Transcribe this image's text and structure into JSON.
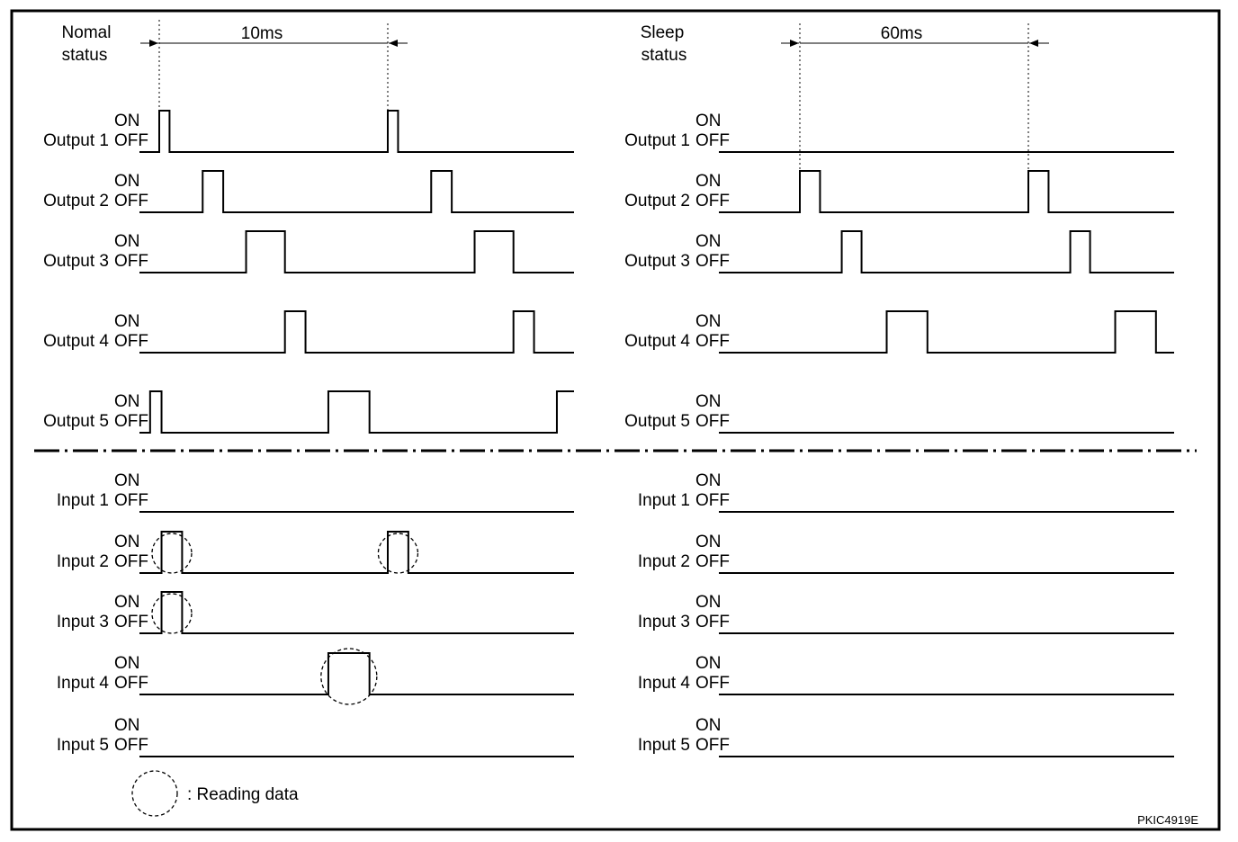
{
  "left_panel": {
    "status_lines": [
      "Nomal",
      "status"
    ],
    "period_label": "10ms"
  },
  "right_panel": {
    "status_lines": [
      "Sleep",
      "status"
    ],
    "period_label": "60ms"
  },
  "state_on": "ON",
  "state_off": "OFF",
  "outputs": [
    "Output 1",
    "Output 2",
    "Output 3",
    "Output 4",
    "Output 5"
  ],
  "inputs": [
    "Input 1",
    "Input 2",
    "Input 3",
    "Input 4",
    "Input 5"
  ],
  "legend": {
    "label": ": Reading data"
  },
  "figure_code": "PKIC4919E",
  "waveforms": {
    "left": {
      "outputs": [
        [
          {
            "start": 0.0,
            "end": 0.45
          },
          {
            "start": 10.0,
            "end": 10.45
          }
        ],
        [
          {
            "start": 1.9,
            "end": 2.8
          },
          {
            "start": 11.9,
            "end": 12.8
          }
        ],
        [
          {
            "start": 3.8,
            "end": 5.5
          },
          {
            "start": 13.8,
            "end": 15.5
          }
        ],
        [
          {
            "start": 5.5,
            "end": 6.4
          },
          {
            "start": 15.5,
            "end": 16.4
          }
        ],
        [
          {
            "start": -0.4,
            "end": 0.1
          },
          {
            "start": 7.4,
            "end": 9.2
          },
          {
            "start": 17.4,
            "end": 18.4
          }
        ]
      ],
      "inputs": [
        [],
        [
          {
            "start": 0.1,
            "end": 1.0
          },
          {
            "start": 10.0,
            "end": 10.9
          }
        ],
        [
          {
            "start": 0.1,
            "end": 1.0
          }
        ],
        [
          {
            "start": 7.4,
            "end": 9.2
          }
        ],
        []
      ],
      "reading_marks": [
        {
          "row": 1,
          "at": 0.55
        },
        {
          "row": 1,
          "at": 10.45
        },
        {
          "row": 2,
          "at": 0.55
        },
        {
          "row": 3,
          "at": 8.3
        }
      ]
    },
    "right": {
      "outputs": [
        [],
        [
          {
            "start": 0.0,
            "end": 5.3
          },
          {
            "start": 60.0,
            "end": 65.3
          }
        ],
        [
          {
            "start": 11.0,
            "end": 16.2
          },
          {
            "start": 71.0,
            "end": 76.2
          }
        ],
        [
          {
            "start": 22.8,
            "end": 33.5
          },
          {
            "start": 82.8,
            "end": 93.5
          }
        ],
        []
      ],
      "inputs": [
        [],
        [],
        [],
        [],
        []
      ]
    }
  }
}
